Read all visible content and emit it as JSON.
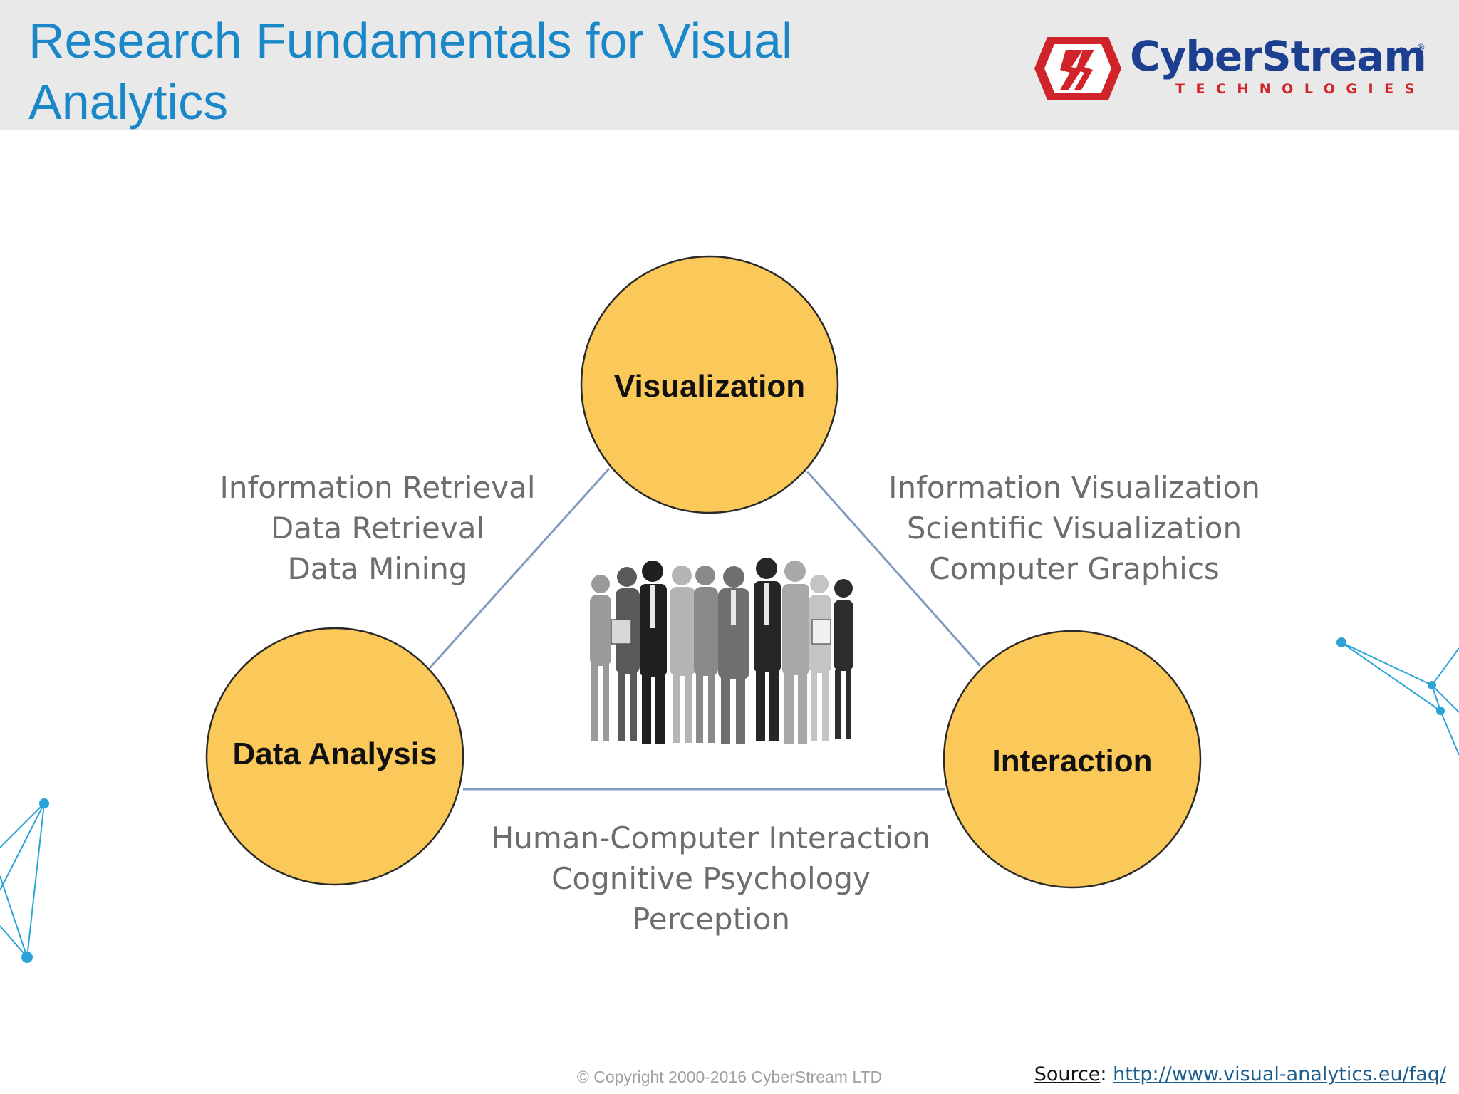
{
  "header": {
    "title": "Research Fundamentals for Visual Analytics",
    "logo": {
      "name": "CyberStream",
      "registered_mark": "®",
      "subtitle": "TECHNOLOGIES",
      "icon": "cyberstream-logo-icon"
    }
  },
  "diagram": {
    "nodes": {
      "top": "Visualization",
      "left": "Data Analysis",
      "right": "Interaction"
    },
    "edges": {
      "left": [
        "Information Retrieval",
        "Data Retrieval",
        "Data Mining"
      ],
      "right": [
        "Information Visualization",
        "Scientific Visualization",
        "Computer Graphics"
      ],
      "bottom": [
        "Human-Computer Interaction",
        "Cognitive Psychology",
        "Perception"
      ]
    },
    "center_image": "people-group-icon"
  },
  "footer": {
    "copyright": "© Copyright 2000-2016 CyberStream LTD",
    "source_label": "Source",
    "source_separator": ": ",
    "source_url": "http://www.visual-analytics.eu/faq/"
  },
  "colors": {
    "title": "#1a87c9",
    "circle_fill": "#fbc85a",
    "circle_stroke": "#2a2a2a",
    "connector": "#7f9bbd",
    "decor": "#2aa4d6",
    "logo_blue": "#1d3f8f",
    "logo_red": "#d0232a"
  }
}
